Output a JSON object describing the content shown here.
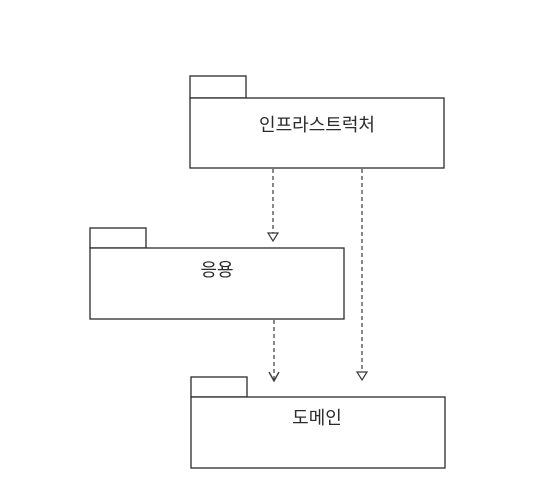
{
  "packages": {
    "infrastructure": {
      "label": "인프라스트럭처"
    },
    "application": {
      "label": "응용"
    },
    "domain": {
      "label": "도메인"
    }
  },
  "dependencies": [
    {
      "from": "infrastructure",
      "to": "application",
      "arrow": "hollow-triangle"
    },
    {
      "from": "infrastructure",
      "to": "domain",
      "arrow": "hollow-triangle"
    },
    {
      "from": "application",
      "to": "domain",
      "arrow": "open"
    }
  ],
  "colors": {
    "stroke": "#2b2b2b",
    "background": "#ffffff"
  }
}
